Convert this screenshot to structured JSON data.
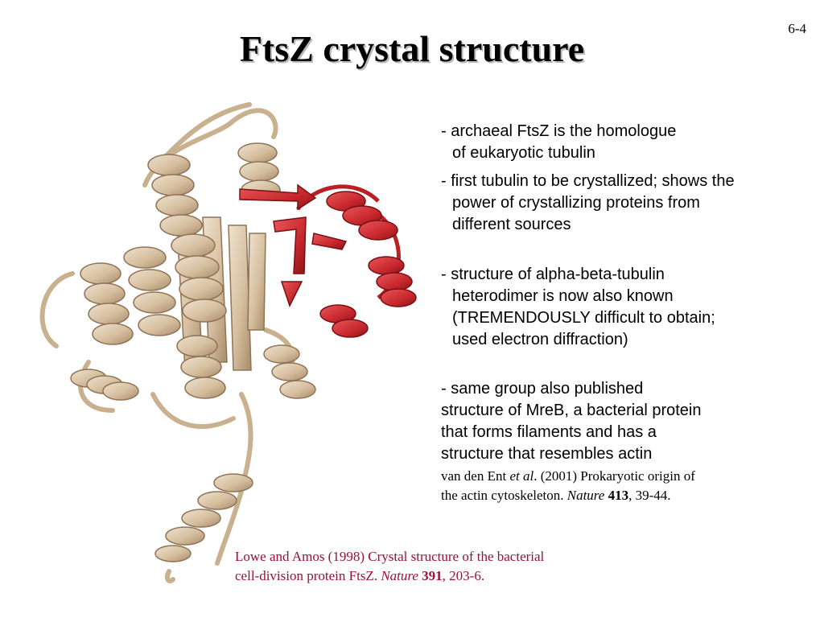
{
  "slide_number": "6-4",
  "title": "FtsZ crystal structure",
  "bullets": [
    {
      "line1": "- archaeal FtsZ is the homologue",
      "line2": "of eukaryotic tubulin"
    },
    {
      "line1": "- first tubulin to be crystallized; shows the",
      "line2": "power of crystallizing proteins from",
      "line3": "different sources"
    },
    {
      "line1": "- structure of alpha-beta-tubulin",
      "line2": "heterodimer is now also known",
      "line3": "(TREMENDOUSLY difficult to obtain;",
      "line4": "used electron diffraction)"
    },
    {
      "line1": "- same group also published",
      "line2": "structure of MreB, a bacterial protein",
      "line3": "that forms filaments and has a",
      "line4": "structure that resembles actin"
    }
  ],
  "ref_mreb": {
    "line1": "van den Ent ",
    "etal": "et al",
    "line1_rest": ". (2001) Prokaryotic origin of",
    "line2": "the actin cytoskeleton. ",
    "journal": "Nature",
    "volume": "413",
    "pages": ", 39-44."
  },
  "ref_lowe": {
    "line1": "Lowe and Amos (1998) Crystal structure of the bacterial",
    "line2": "cell-division protein FtsZ. ",
    "journal": "Nature",
    "volume": "391",
    "pages": ", 203-6."
  },
  "colors": {
    "ribbon_tan": "#d9c2a3",
    "ribbon_tan_dark": "#a88c6b",
    "ribbon_red": "#c8282d",
    "ribbon_red_dark": "#8a1518",
    "reference_red": "#9a1035"
  }
}
